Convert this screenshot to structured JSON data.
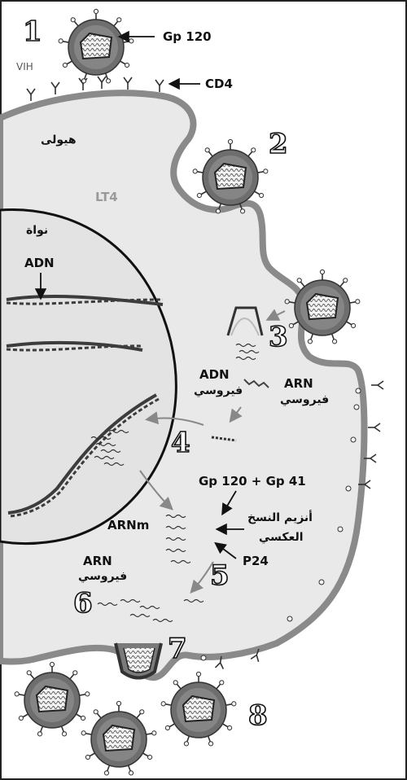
{
  "steps": [
    "1",
    "2",
    "3",
    "4",
    "5",
    "6",
    "7",
    "8"
  ],
  "labels": {
    "gp120": "Gp 120",
    "vih": "VIH",
    "cd4": "CD4",
    "cytoplasm": "هيولى",
    "lt4": "LT4",
    "nucleus": "نواة",
    "adn": "ADN",
    "viral_adn_1": "ADN",
    "viral_adn_2": "فيروسي",
    "viral_arn_1": "ARN",
    "viral_arn_2": "فيروسي",
    "gp120_gp41": "Gp 120 + Gp 41",
    "enzyme_1": "أنزيم النسخ",
    "enzyme_2": "العكسي",
    "arnm": "ARNm",
    "p24": "P24",
    "arn_viral_low_1": "ARN",
    "arn_viral_low_2": "فيروسي"
  },
  "colors": {
    "cell_fill": "#e9e9e9",
    "membrane": "#8a8a8a",
    "virus_envelope": "#6e6e6e",
    "virus_core": "#f0f0f0",
    "dna_strand": "#3c3c3c"
  }
}
